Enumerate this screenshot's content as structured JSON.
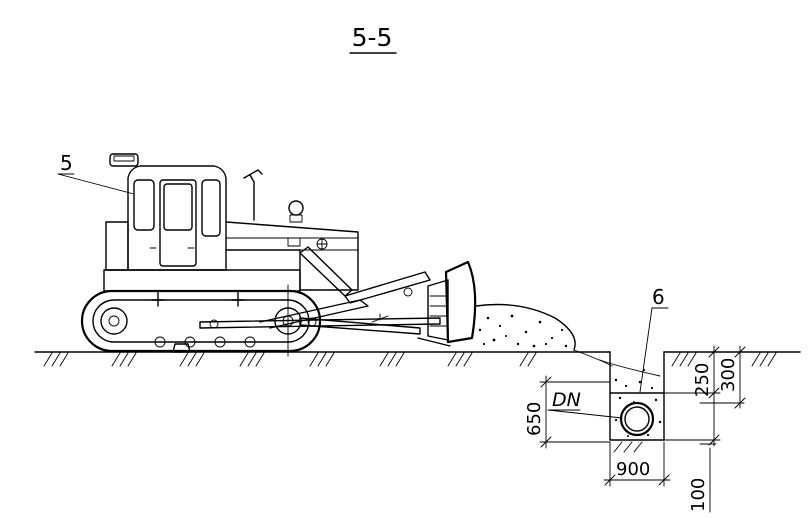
{
  "section": {
    "title": "5-5"
  },
  "labels": {
    "item_bulldozer": "5",
    "item_trench": "6",
    "pipe": "DN"
  },
  "dimensions": {
    "depth_total": "650",
    "trench_width": "900",
    "layer_top": "250",
    "layer_cover": "300",
    "bedding": "100"
  }
}
